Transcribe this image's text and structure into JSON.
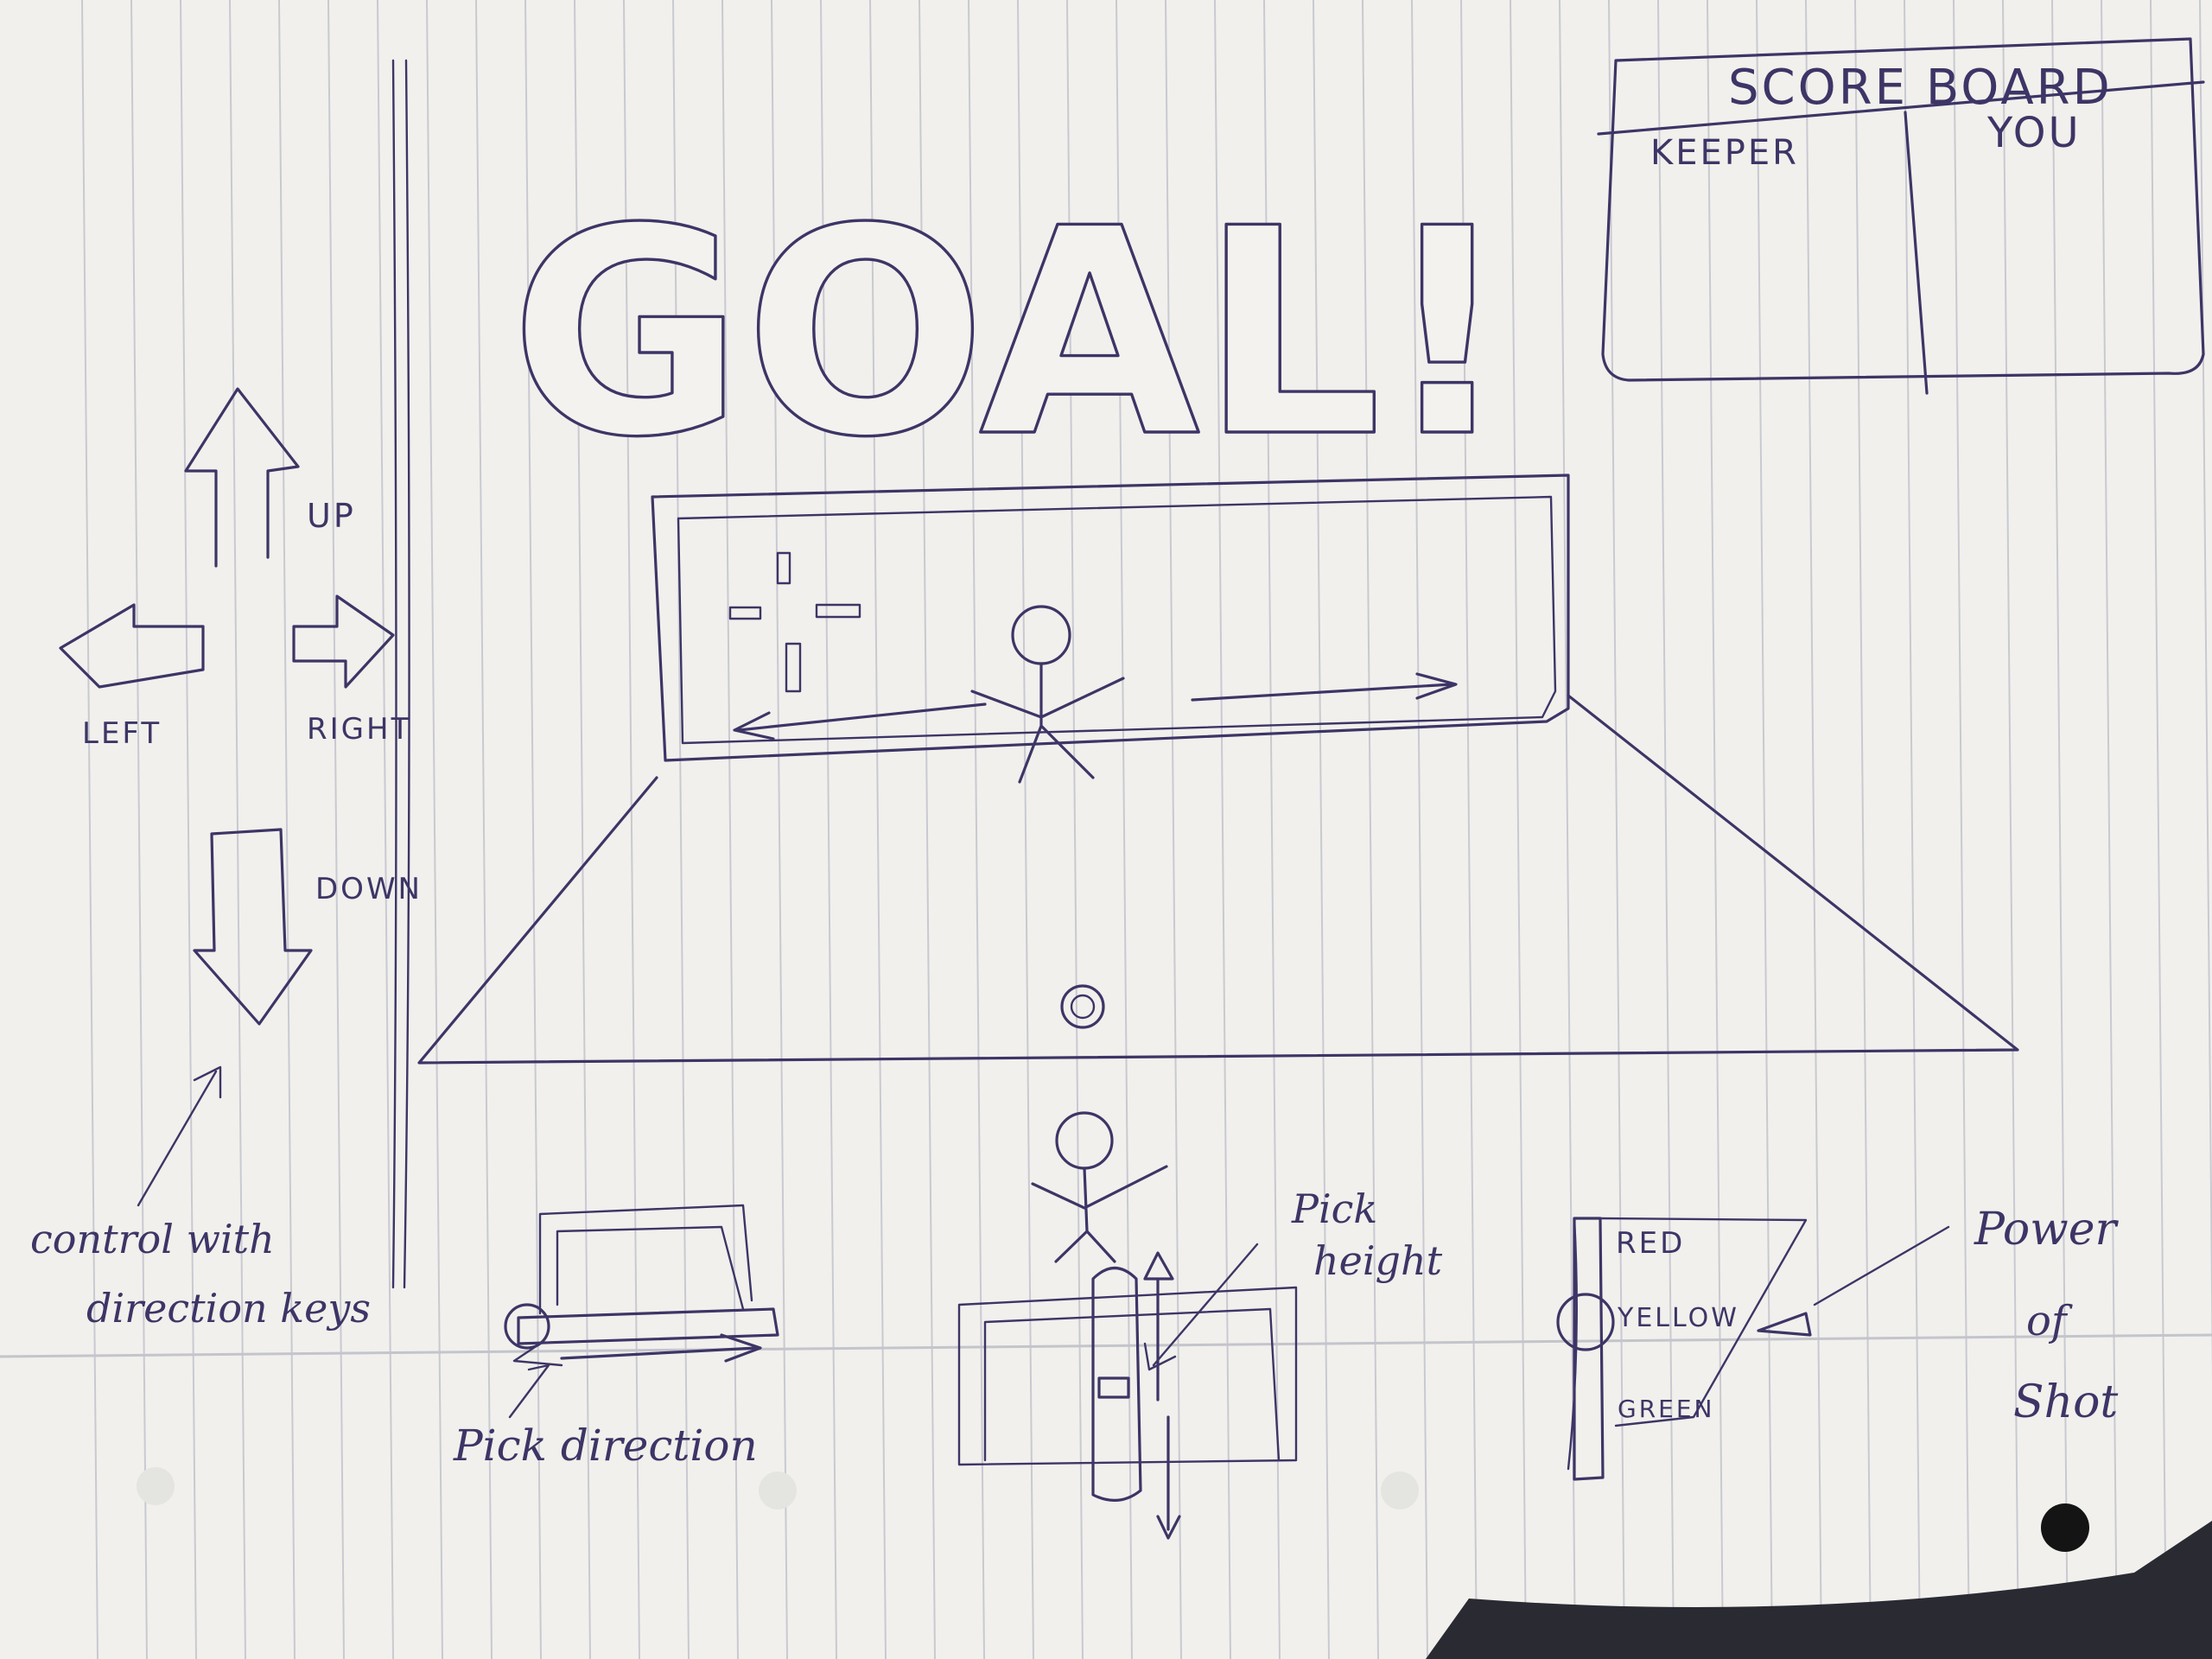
{
  "title": "GOAL!",
  "scoreboard": {
    "heading": "SCORE BOARD",
    "col_left": "KEEPER",
    "col_right": "YOU"
  },
  "controls": {
    "up": "UP",
    "left": "LEFT",
    "right": "RIGHT",
    "down": "DOWN",
    "note_line1": "control with",
    "note_line2": "direction keys"
  },
  "bottom": {
    "direction_label": "Pick direction",
    "height_label_line1": "Pick",
    "height_label_line2": "height",
    "power_label_line1": "Power",
    "power_label_line2": "of",
    "power_label_line3": "Shot",
    "power_levels": [
      "RED",
      "YELLOW",
      "GREEN"
    ]
  },
  "colors": {
    "ink": "#3d3566",
    "paper": "#f1f0ec",
    "rule": "#c9c9d2",
    "shadow": "#2a2a33"
  },
  "icons": [
    "arrow-up-icon",
    "arrow-left-icon",
    "arrow-right-icon",
    "arrow-down-icon",
    "ball-icon"
  ]
}
